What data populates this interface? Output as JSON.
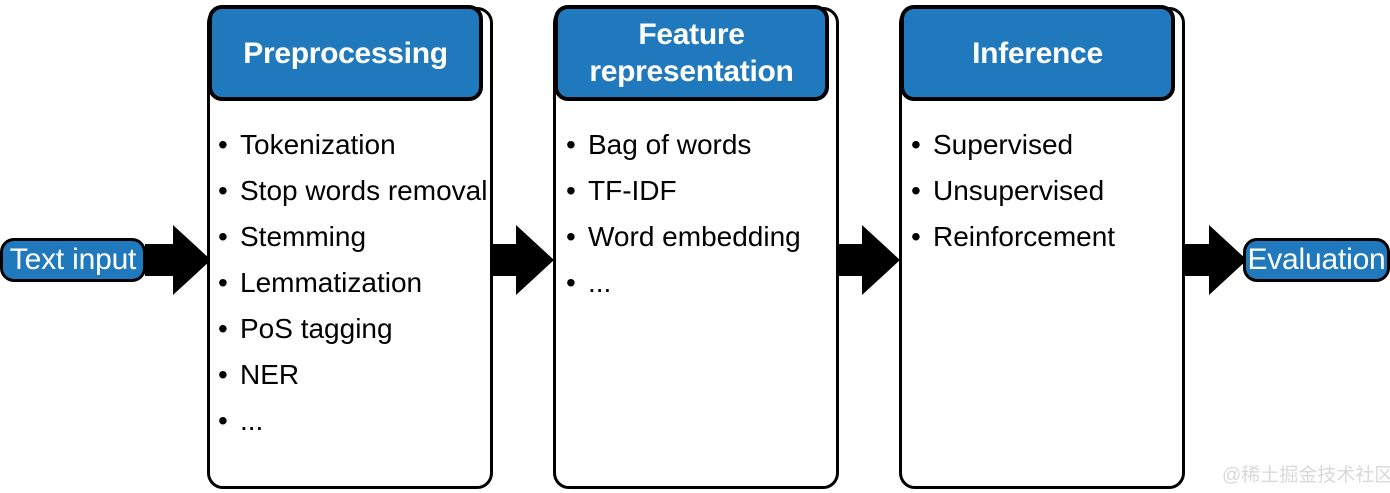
{
  "diagram": {
    "title": "NLP pipeline flow diagram",
    "colors": {
      "accent_blue": "#2079bc",
      "outline_black": "#000000",
      "card_background": "#ffffff",
      "watermark_gray": "#d9d9d9"
    },
    "input": {
      "label": "Text input"
    },
    "output": {
      "label": "Evaluation"
    },
    "stages": [
      {
        "header": "Preprocessing",
        "items": [
          "Tokenization",
          "Stop words removal",
          "Stemming",
          "Lemmatization",
          "PoS tagging",
          "NER",
          "..."
        ]
      },
      {
        "header": "Feature representation",
        "header_line_1": "Feature",
        "header_line_2": "representation",
        "items": [
          "Bag of words",
          "TF-IDF",
          "Word embedding",
          "..."
        ]
      },
      {
        "header": "Inference",
        "items": [
          "Supervised",
          "Unsupervised",
          "Reinforcement"
        ]
      }
    ],
    "arrows": [
      {
        "name": "arrow-input-to-preprocessing"
      },
      {
        "name": "arrow-preprocessing-to-feature"
      },
      {
        "name": "arrow-feature-to-inference"
      },
      {
        "name": "arrow-inference-to-evaluation"
      }
    ],
    "watermark": "@稀土掘金技术社区"
  }
}
